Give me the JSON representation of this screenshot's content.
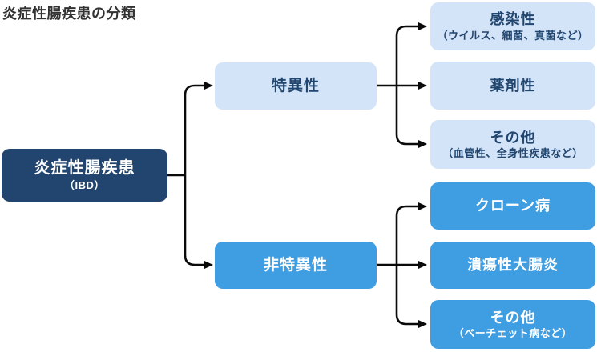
{
  "title": "炎症性腸疾患の分類",
  "diagram_type": "tree-flowchart",
  "colors": {
    "root_background": "#21456e",
    "specific_background": "#d3e4f8",
    "nonspecific_background": "#3f9de2",
    "dark_text": "#20456f",
    "light_text": "#ffffff",
    "connector_line": "#0a0a0a",
    "title_text": "#323232"
  },
  "root": {
    "label": "炎症性腸疾患",
    "sublabel": "（IBD）"
  },
  "branches": [
    {
      "label": "特異性",
      "style": "light",
      "children": [
        {
          "label": "感染性",
          "sublabel": "（ウイルス、細菌、真菌など）"
        },
        {
          "label": "薬剤性",
          "sublabel": ""
        },
        {
          "label": "その他",
          "sublabel": "（血管性、全身性疾患など）"
        }
      ]
    },
    {
      "label": "非特異性",
      "style": "blue",
      "children": [
        {
          "label": "クローン病",
          "sublabel": ""
        },
        {
          "label": "潰瘍性大腸炎",
          "sublabel": ""
        },
        {
          "label": "その他",
          "sublabel": "（ベーチェット病など）"
        }
      ]
    }
  ]
}
